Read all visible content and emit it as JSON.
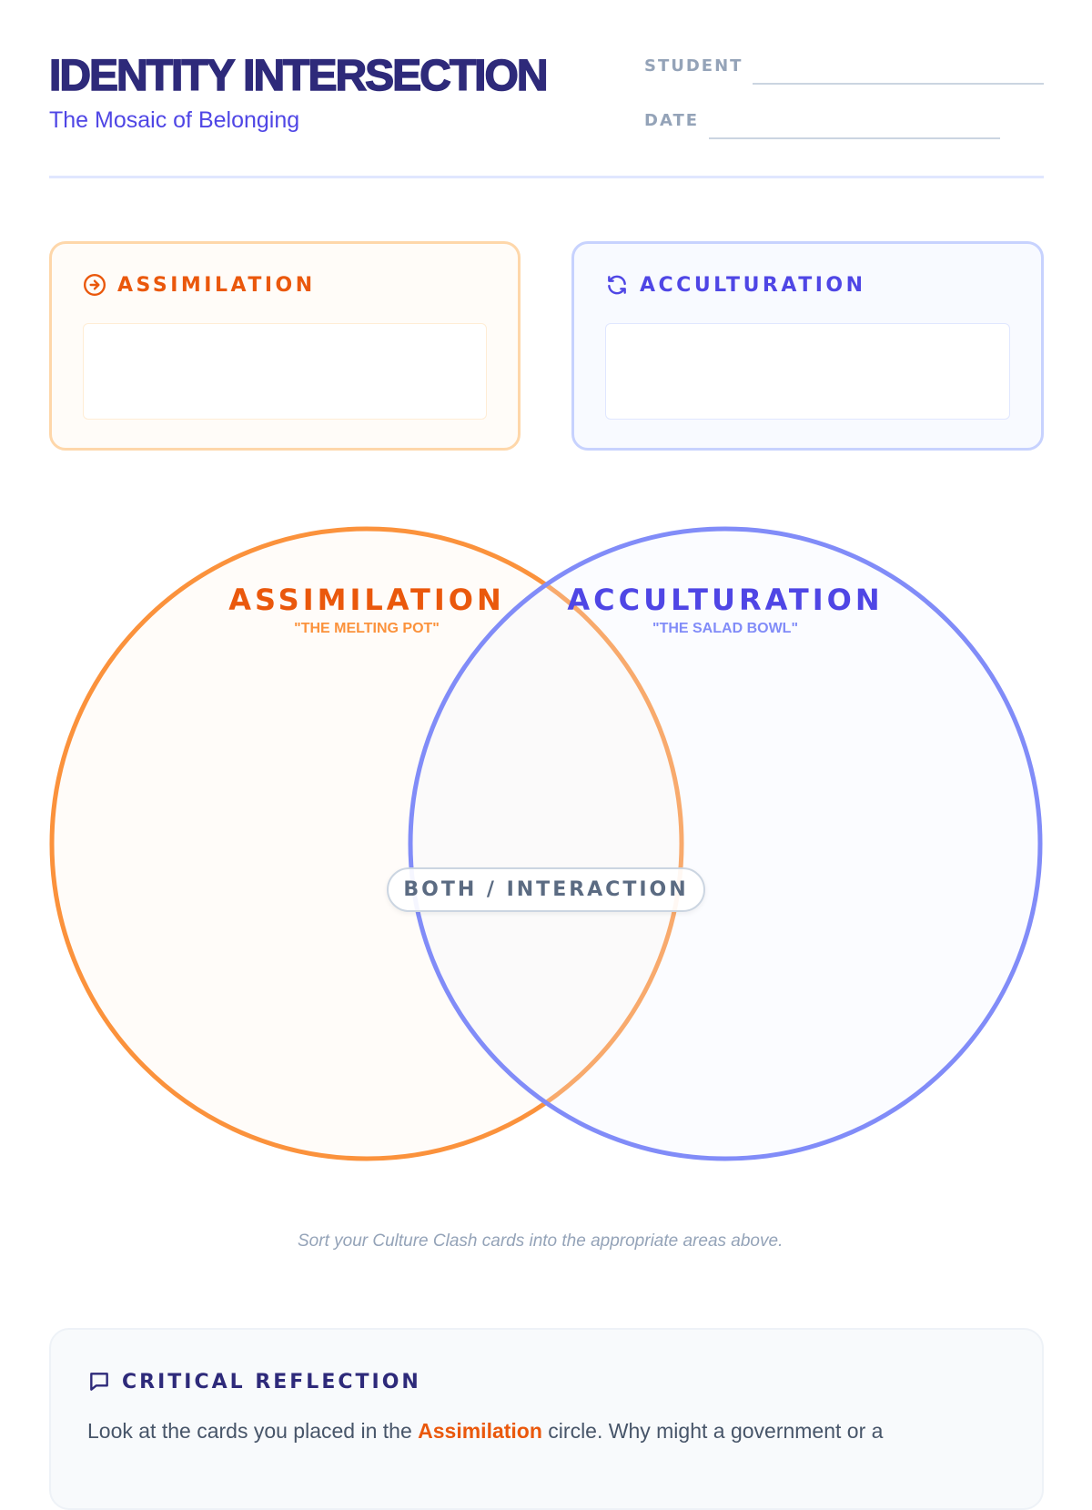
{
  "header": {
    "title": "IDENTITY INTERSECTION",
    "subtitle": "The Mosaic of Belonging",
    "student_label": "STUDENT",
    "student_value": "",
    "date_label": "DATE",
    "date_value": ""
  },
  "cards": [
    {
      "label": "ASSIMILATION",
      "icon": "arrow-right-circle-icon",
      "value": ""
    },
    {
      "label": "ACCULTURATION",
      "icon": "refresh-icon",
      "value": ""
    }
  ],
  "venn": {
    "left": {
      "title": "ASSIMILATION",
      "subtitle": "\"THE MELTING POT\""
    },
    "right": {
      "title": "ACCULTURATION",
      "subtitle": "\"THE SALAD BOWL\""
    },
    "overlap": "BOTH / INTERACTION"
  },
  "caption": "Sort your Culture Clash cards into the appropriate areas above.",
  "reflection": {
    "title": "CRITICAL REFLECTION",
    "text_before": "Look at the cards you placed in the ",
    "highlight": "Assimilation",
    "text_after": " circle. Why might a government or a"
  },
  "colors": {
    "orange": "#fb923c",
    "orange_text": "#ea580c",
    "blue": "#818cf8",
    "blue_text": "#4f46e5",
    "navy": "#2e2a7a"
  }
}
